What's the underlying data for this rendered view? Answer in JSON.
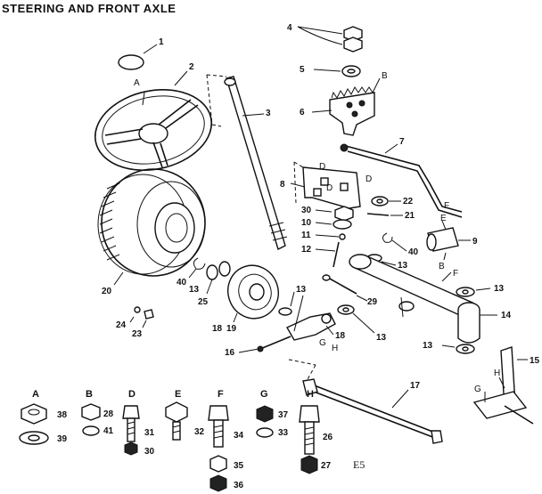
{
  "title": "STEERING AND FRONT AXLE",
  "diagram_code": "E5",
  "callouts": {
    "c1": "1",
    "c2": "2",
    "c3": "3",
    "c4": "4",
    "c5": "5",
    "c6": "6",
    "c7": "7",
    "c8": "8",
    "c9": "9",
    "c10": "10",
    "c11": "11",
    "c12": "12",
    "c13a": "13",
    "c13b": "13",
    "c13c": "13",
    "c13d": "13",
    "c13e": "13",
    "c13f": "13",
    "c13g": "13",
    "c14": "14",
    "c15": "15",
    "c16": "16",
    "c17": "17",
    "c18a": "18",
    "c18b": "18",
    "c20": "20",
    "c21": "21",
    "c22": "22",
    "c23": "23",
    "c24": "24",
    "c25": "25",
    "c29": "29",
    "c30": "30",
    "c40a": "40",
    "c40b": "40"
  },
  "letters": {
    "A": "A",
    "B1": "B",
    "B2": "B",
    "D1": "D",
    "D2": "D",
    "D3": "D",
    "E": "E",
    "F1": "F",
    "F2": "F",
    "G1": "G",
    "G2": "G",
    "H1": "H",
    "H2": "H"
  },
  "legend": [
    {
      "letter": "A",
      "items": [
        "38",
        "39"
      ]
    },
    {
      "letter": "B",
      "items": [
        "28",
        "41"
      ]
    },
    {
      "letter": "D",
      "items": [
        "31",
        "30"
      ]
    },
    {
      "letter": "E",
      "items": [
        "32"
      ]
    },
    {
      "letter": "F",
      "items": [
        "34",
        "35",
        "36"
      ]
    },
    {
      "letter": "G",
      "items": [
        "37",
        "33"
      ]
    },
    {
      "letter": "H",
      "items": [
        "26",
        "27"
      ]
    }
  ]
}
